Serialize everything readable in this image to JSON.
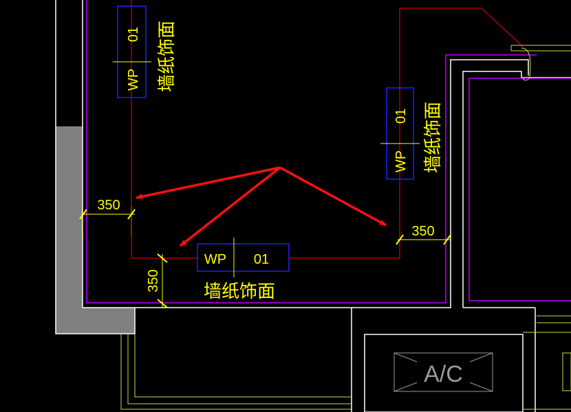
{
  "colors": {
    "background": "#000000",
    "wall_white": "#ffffff",
    "wall_fill": "#808080",
    "outline_purple": "#c000ff",
    "boundary_red": "#ff0000",
    "furniture_green": "#c8e040",
    "dimension": "#ffff00",
    "tag_box": "#2020ff",
    "annotation_arrow": "#ff1010",
    "equipment_gray": "#9a9a9a"
  },
  "tags": [
    {
      "code": "WP",
      "number": "01",
      "label": "墙纸饰面"
    },
    {
      "code": "WP",
      "number": "01",
      "label": "墙纸饰面"
    },
    {
      "code": "WP",
      "number": "01",
      "label": "墙纸饰面"
    }
  ],
  "dimensions": [
    {
      "value": "350"
    },
    {
      "value": "350"
    },
    {
      "value": "350"
    }
  ],
  "equipment": {
    "label": "A/C"
  }
}
